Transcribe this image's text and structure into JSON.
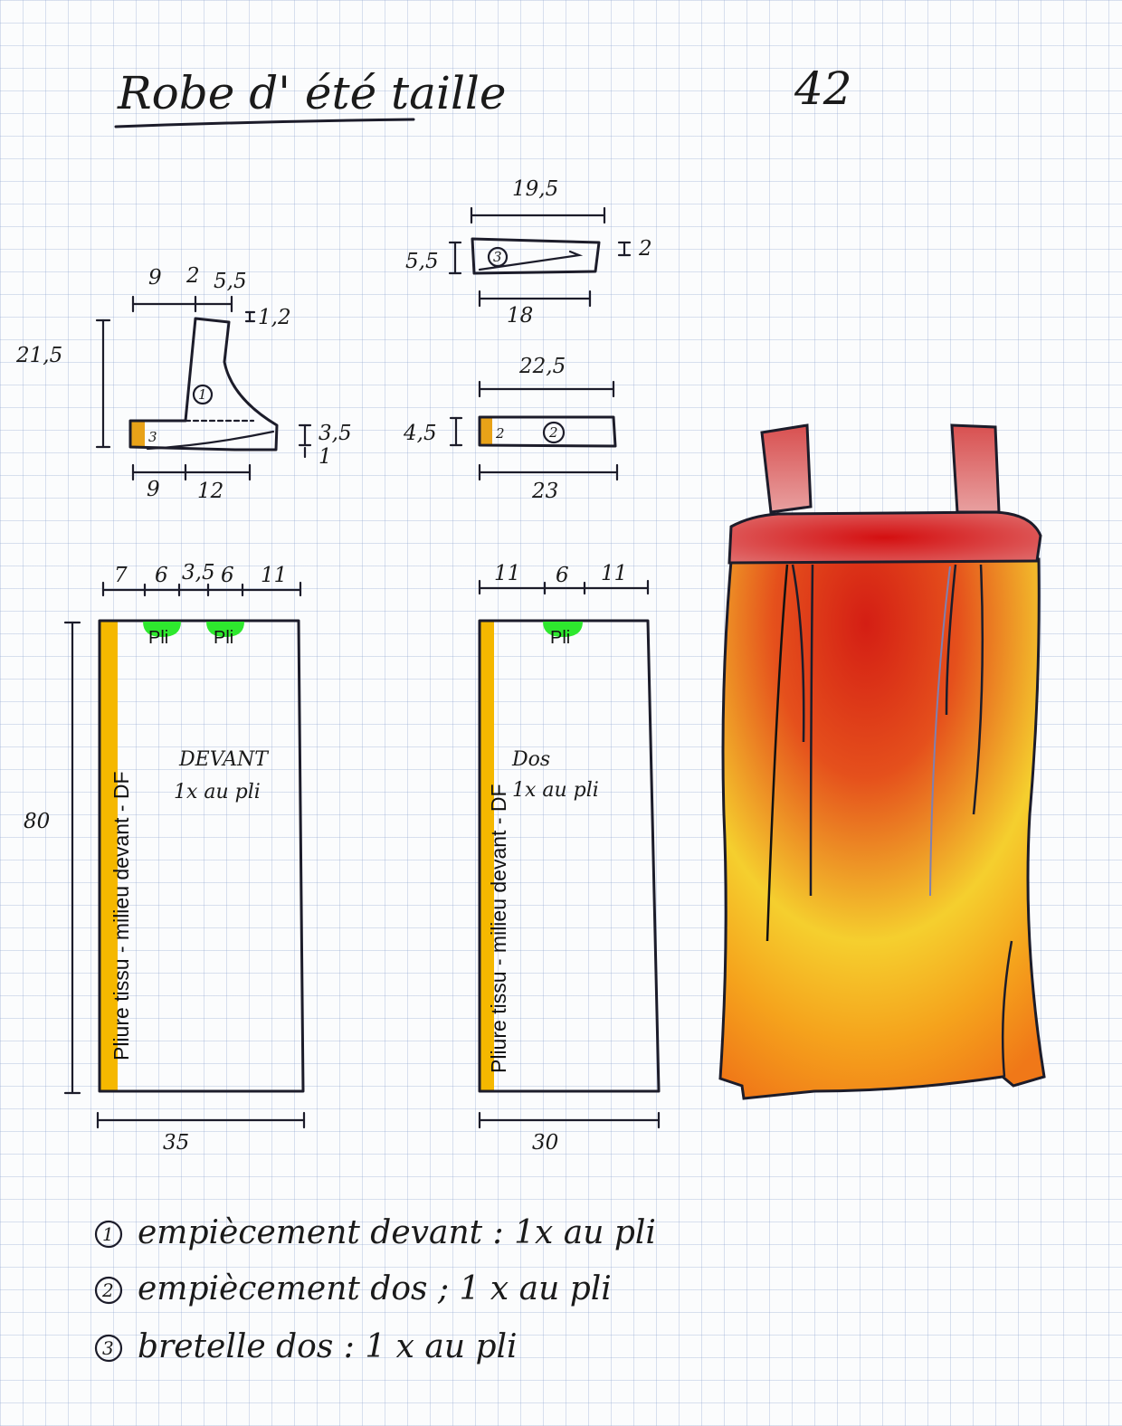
{
  "title": {
    "text": "Robe d' été taille",
    "size": "42"
  },
  "piece1_front_yoke": {
    "number": "1",
    "top_dims": [
      "9",
      "2",
      "5,5"
    ],
    "height": "21,5",
    "top_edge": "1,2",
    "side_right": [
      "3,5",
      "1"
    ],
    "bottom_dims": [
      "9",
      "12"
    ]
  },
  "piece3_back_strap": {
    "number": "3",
    "top_width": "19,5",
    "height": "5,5",
    "right": "2",
    "bottom_width": "18"
  },
  "piece2_back_yoke": {
    "number": "2",
    "top_width": "22,5",
    "height": "4,5",
    "bottom_width": "23"
  },
  "front_panel": {
    "top_dims": [
      "7",
      "6",
      "3,5",
      "6",
      "11"
    ],
    "height": "80",
    "width": "35",
    "name": "DEVANT",
    "cut": "1x au pli",
    "fold_label": "Pliure tissu - milieu devant - DF",
    "pleats": [
      "Pli",
      "Pli"
    ]
  },
  "back_panel": {
    "top_dims": [
      "11",
      "6",
      "11"
    ],
    "width": "30",
    "name": "Dos",
    "cut": "1x au pli",
    "fold_label": "Pliure tissu - milieu devant - DF",
    "pleats": [
      "Pli"
    ]
  },
  "legend": [
    {
      "num": "1",
      "text": "empiècement devant : 1x au pli"
    },
    {
      "num": "2",
      "text": "empiècement dos ; 1 x au pli"
    },
    {
      "num": "3",
      "text": "bretelle dos : 1 x au pli"
    }
  ],
  "colors": {
    "fold_strip": "#f5b800",
    "pleat": "#2ee82e",
    "dress_top": "#d42a1e",
    "dress_mid": "#e8541c",
    "dress_bottom": "#f5d52e",
    "yoke": "#d8484a"
  }
}
